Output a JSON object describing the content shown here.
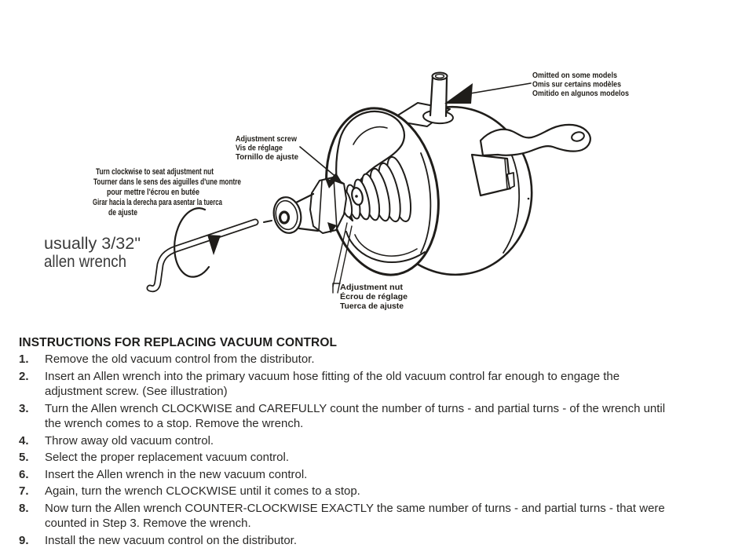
{
  "colors": {
    "ink": "#1f1d1a",
    "body_text": "#2b2a28"
  },
  "diagram": {
    "labels": {
      "omitted": {
        "lines": [
          "Omitted on some models",
          "Omis sur certains modèles",
          "Omitido en algunos modelos"
        ]
      },
      "screw": {
        "lines": [
          "Adjustment screw",
          "Vis de réglage",
          "Tornillo de ajuste"
        ]
      },
      "turn": {
        "lines": [
          "Turn clockwise to seat adjustment nut",
          "Tourner dans le sens des aiguilles d'une montre",
          "pour mettre l'écrou en butée",
          "Girar hacia la derecha para asentar la tuerca",
          "de ajuste"
        ]
      },
      "nut": {
        "lines": [
          "Adjustment nut",
          "Écrou de réglage",
          "Tuerca de ajuste"
        ]
      },
      "wrench_note": {
        "lines": [
          "usually 3/32\"",
          "allen wrench"
        ]
      }
    }
  },
  "instructions": {
    "heading": "INSTRUCTIONS FOR REPLACING VACUUM CONTROL",
    "steps": [
      {
        "num": "1.",
        "text": "Remove the old vacuum control from the distributor."
      },
      {
        "num": "2.",
        "text": "Insert an Allen wrench into the primary vacuum hose fitting of the old vacuum control far enough to engage the\nadjustment screw. (See illustration)"
      },
      {
        "num": "3.",
        "text": "Turn the Allen wrench CLOCKWISE and CAREFULLY count the number of turns - and partial turns - of the wrench until\nthe wrench comes to a stop. Remove the wrench."
      },
      {
        "num": "4.",
        "text": "Throw away old vacuum control."
      },
      {
        "num": "5.",
        "text": "Select the proper replacement vacuum control."
      },
      {
        "num": "6.",
        "text": "Insert the Allen wrench in the new vacuum control."
      },
      {
        "num": "7.",
        "text": "Again, turn the wrench CLOCKWISE until it comes to a stop."
      },
      {
        "num": "8.",
        "text": "Now turn the Allen wrench COUNTER-CLOCKWISE EXACTLY the same number of turns - and partial turns - that were\ncounted in Step 3. Remove the wrench."
      },
      {
        "num": "9.",
        "text": "Install the new vacuum control on the distributor."
      }
    ]
  }
}
